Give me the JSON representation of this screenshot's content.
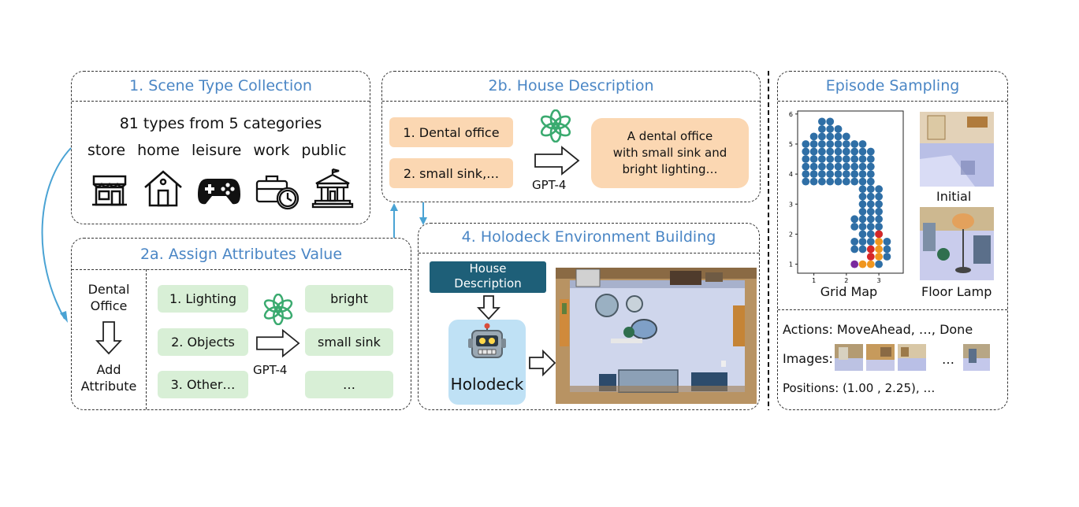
{
  "panel1": {
    "title": "1. Scene Type Collection",
    "summary": "81 types from 5 categories",
    "categories": [
      "store",
      "home",
      "leisure",
      "work",
      "public"
    ]
  },
  "panel2b": {
    "title": "2b. House Description",
    "inputs": [
      "1. Dental office",
      "2. small sink,…"
    ],
    "model": "GPT-4",
    "output_line1": "A dental office",
    "output_line2": "with small sink and",
    "output_line3": "bright lighting…"
  },
  "panel2a": {
    "title": "2a. Assign Attributes Value",
    "scene_line1": "Dental",
    "scene_line2": "Office",
    "step_line1": "Add",
    "step_line2": "Attribute",
    "attributes": [
      "1. Lighting",
      "2. Objects",
      "3. Other…"
    ],
    "values": [
      "bright",
      "small sink",
      "…"
    ],
    "model": "GPT-4"
  },
  "panel4": {
    "title": "4. Holodeck Environment Building",
    "input_line1": "House",
    "input_line2": "Description",
    "tool": "Holodeck"
  },
  "episode": {
    "title": "Episode Sampling",
    "grid_label": "Grid Map",
    "initial_label": "Initial",
    "target_label": "Floor Lamp",
    "actions_text": "Actions: MoveAhead, …, Done",
    "images_label": "Images:",
    "images_ellipsis": "…",
    "positions_text": "Positions: (1.00 , 2.25), …"
  },
  "chart_data": {
    "type": "scatter",
    "x_ticks": [
      "1",
      "2",
      "3"
    ],
    "y_ticks": [
      "1",
      "2",
      "3",
      "4",
      "5",
      "6"
    ],
    "xlim": [
      0.5,
      3.75
    ],
    "ylim": [
      0.7,
      6.1
    ],
    "colors": {
      "grid": "#2f6fa6",
      "path": "#f0961e",
      "target": "#d62728",
      "start": "#7b2a9e"
    },
    "grid_cells": [
      [
        1.25,
        5.75
      ],
      [
        1.5,
        5.75
      ],
      [
        1.25,
        5.5
      ],
      [
        1.5,
        5.5
      ],
      [
        1.75,
        5.5
      ],
      [
        1.0,
        5.25
      ],
      [
        1.25,
        5.25
      ],
      [
        1.5,
        5.25
      ],
      [
        1.75,
        5.25
      ],
      [
        2.0,
        5.25
      ],
      [
        0.75,
        5.0
      ],
      [
        1.0,
        5.0
      ],
      [
        1.25,
        5.0
      ],
      [
        1.5,
        5.0
      ],
      [
        1.75,
        5.0
      ],
      [
        2.0,
        5.0
      ],
      [
        2.25,
        5.0
      ],
      [
        2.5,
        5.0
      ],
      [
        0.75,
        4.75
      ],
      [
        1.0,
        4.75
      ],
      [
        1.25,
        4.75
      ],
      [
        1.5,
        4.75
      ],
      [
        1.75,
        4.75
      ],
      [
        2.0,
        4.75
      ],
      [
        2.25,
        4.75
      ],
      [
        2.5,
        4.75
      ],
      [
        2.75,
        4.75
      ],
      [
        0.75,
        4.5
      ],
      [
        1.0,
        4.5
      ],
      [
        1.25,
        4.5
      ],
      [
        1.5,
        4.5
      ],
      [
        1.75,
        4.5
      ],
      [
        2.0,
        4.5
      ],
      [
        2.25,
        4.5
      ],
      [
        2.5,
        4.5
      ],
      [
        2.75,
        4.5
      ],
      [
        0.75,
        4.25
      ],
      [
        1.0,
        4.25
      ],
      [
        1.25,
        4.25
      ],
      [
        1.5,
        4.25
      ],
      [
        1.75,
        4.25
      ],
      [
        2.0,
        4.25
      ],
      [
        2.25,
        4.25
      ],
      [
        2.5,
        4.25
      ],
      [
        2.75,
        4.25
      ],
      [
        0.75,
        4.0
      ],
      [
        1.0,
        4.0
      ],
      [
        1.25,
        4.0
      ],
      [
        1.5,
        4.0
      ],
      [
        1.75,
        4.0
      ],
      [
        2.0,
        4.0
      ],
      [
        2.25,
        4.0
      ],
      [
        2.5,
        4.0
      ],
      [
        2.75,
        4.0
      ],
      [
        0.75,
        3.75
      ],
      [
        1.0,
        3.75
      ],
      [
        1.25,
        3.75
      ],
      [
        1.5,
        3.75
      ],
      [
        1.75,
        3.75
      ],
      [
        2.0,
        3.75
      ],
      [
        2.25,
        3.75
      ],
      [
        2.5,
        3.75
      ],
      [
        2.75,
        3.75
      ],
      [
        2.5,
        3.5
      ],
      [
        2.75,
        3.5
      ],
      [
        3.0,
        3.5
      ],
      [
        2.5,
        3.25
      ],
      [
        2.75,
        3.25
      ],
      [
        3.0,
        3.25
      ],
      [
        2.5,
        3.0
      ],
      [
        2.75,
        3.0
      ],
      [
        3.0,
        3.0
      ],
      [
        2.5,
        2.75
      ],
      [
        2.75,
        2.75
      ],
      [
        3.0,
        2.75
      ],
      [
        2.25,
        2.5
      ],
      [
        2.5,
        2.5
      ],
      [
        2.75,
        2.5
      ],
      [
        3.0,
        2.5
      ],
      [
        2.25,
        2.25
      ],
      [
        2.5,
        2.25
      ],
      [
        2.75,
        2.25
      ],
      [
        3.0,
        2.25
      ],
      [
        2.5,
        2.0
      ],
      [
        2.75,
        2.0
      ],
      [
        3.0,
        2.0
      ],
      [
        2.25,
        1.75
      ],
      [
        2.5,
        1.75
      ],
      [
        2.75,
        1.75
      ],
      [
        3.25,
        1.75
      ],
      [
        2.25,
        1.5
      ],
      [
        2.5,
        1.5
      ],
      [
        3.25,
        1.5
      ],
      [
        3.25,
        1.25
      ],
      [
        3.0,
        1.0
      ]
    ],
    "path_cells": [
      [
        2.5,
        1.0
      ],
      [
        2.75,
        1.0
      ],
      [
        3.0,
        1.25
      ],
      [
        3.0,
        1.5
      ],
      [
        3.0,
        1.75
      ]
    ],
    "target_cells": [
      [
        2.75,
        1.25
      ],
      [
        2.75,
        1.5
      ],
      [
        3.0,
        2.0
      ]
    ],
    "start_cell": [
      2.25,
      1.0
    ]
  }
}
